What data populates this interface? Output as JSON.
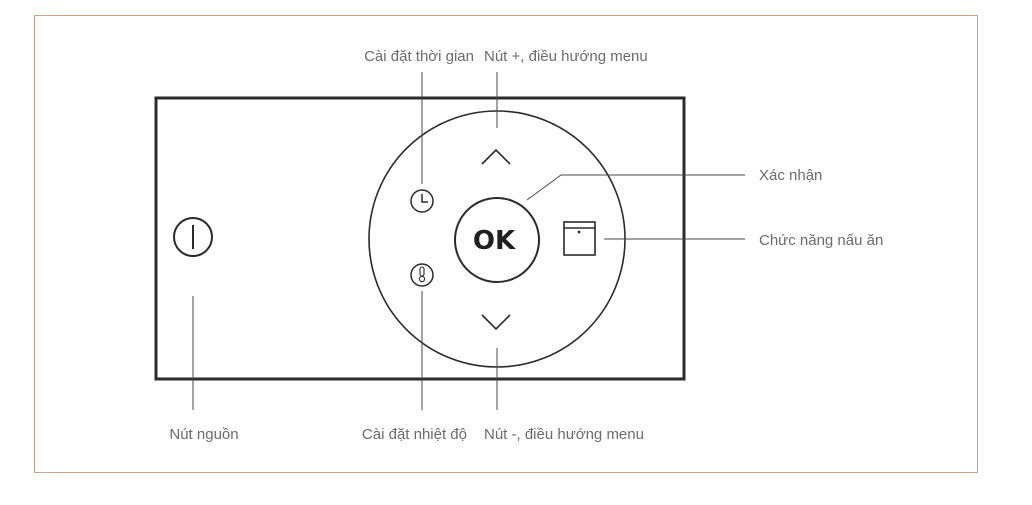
{
  "labels": {
    "set_time": "Cài đặt thời gian",
    "plus_nav": "Nút +, điều hướng menu",
    "confirm": "Xác nhận",
    "cooking_function": "Chức năng nấu ăn",
    "power": "Nút nguồn",
    "set_temperature": "Cài đặt nhiệt độ",
    "minus_nav": "Nút -, điều hướng menu"
  },
  "buttons": {
    "ok": "OK"
  },
  "icons": {
    "power": "power-icon",
    "clock": "clock-icon",
    "thermometer": "thermometer-icon",
    "up": "chevron-up-icon",
    "down": "chevron-down-icon",
    "oven": "oven-function-icon"
  },
  "colors": {
    "frame_border": "#c9a184",
    "panel_stroke": "#2a2a2a",
    "leader_line": "#4a4a4a",
    "label_text": "#6b6b6b"
  }
}
